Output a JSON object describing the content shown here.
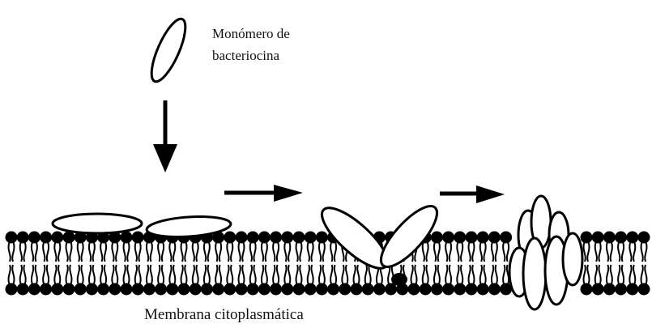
{
  "labels": {
    "monomer_line1": "Monómero de",
    "monomer_line2": "bacteriocina",
    "membrane": "Membrana citoplasmática"
  },
  "colors": {
    "ink": "#000000",
    "fill": "#ffffff"
  }
}
